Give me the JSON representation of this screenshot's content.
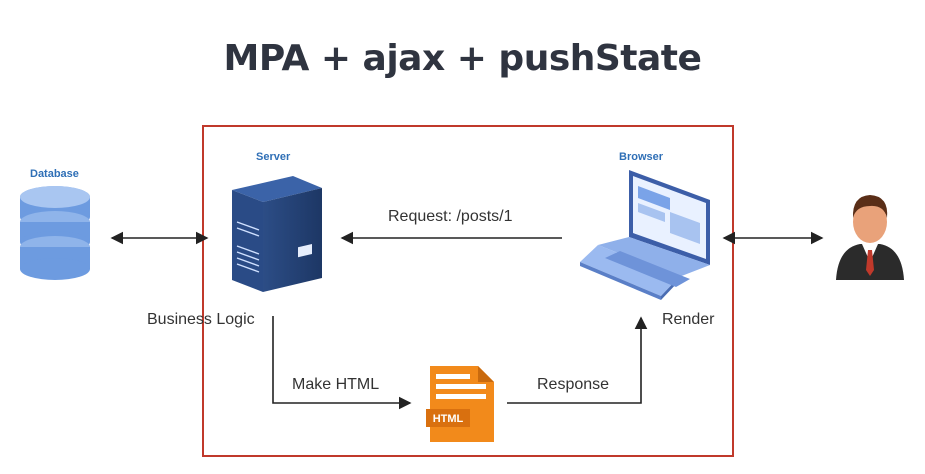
{
  "title": "MPA + ajax + pushState",
  "labels": {
    "database": "Database",
    "server": "Server",
    "browser": "Browser"
  },
  "flow": {
    "request": "Request: /posts/1",
    "business_logic": "Business Logic",
    "render": "Render",
    "make_html": "Make HTML",
    "response": "Response",
    "html_file": "HTML"
  },
  "colors": {
    "frame": "#c0392b",
    "accent_blue": "#2f6fb6",
    "html_orange": "#f28a1b"
  },
  "icons": [
    "database-icon",
    "server-icon",
    "laptop-icon",
    "html-file-icon",
    "user-icon"
  ]
}
